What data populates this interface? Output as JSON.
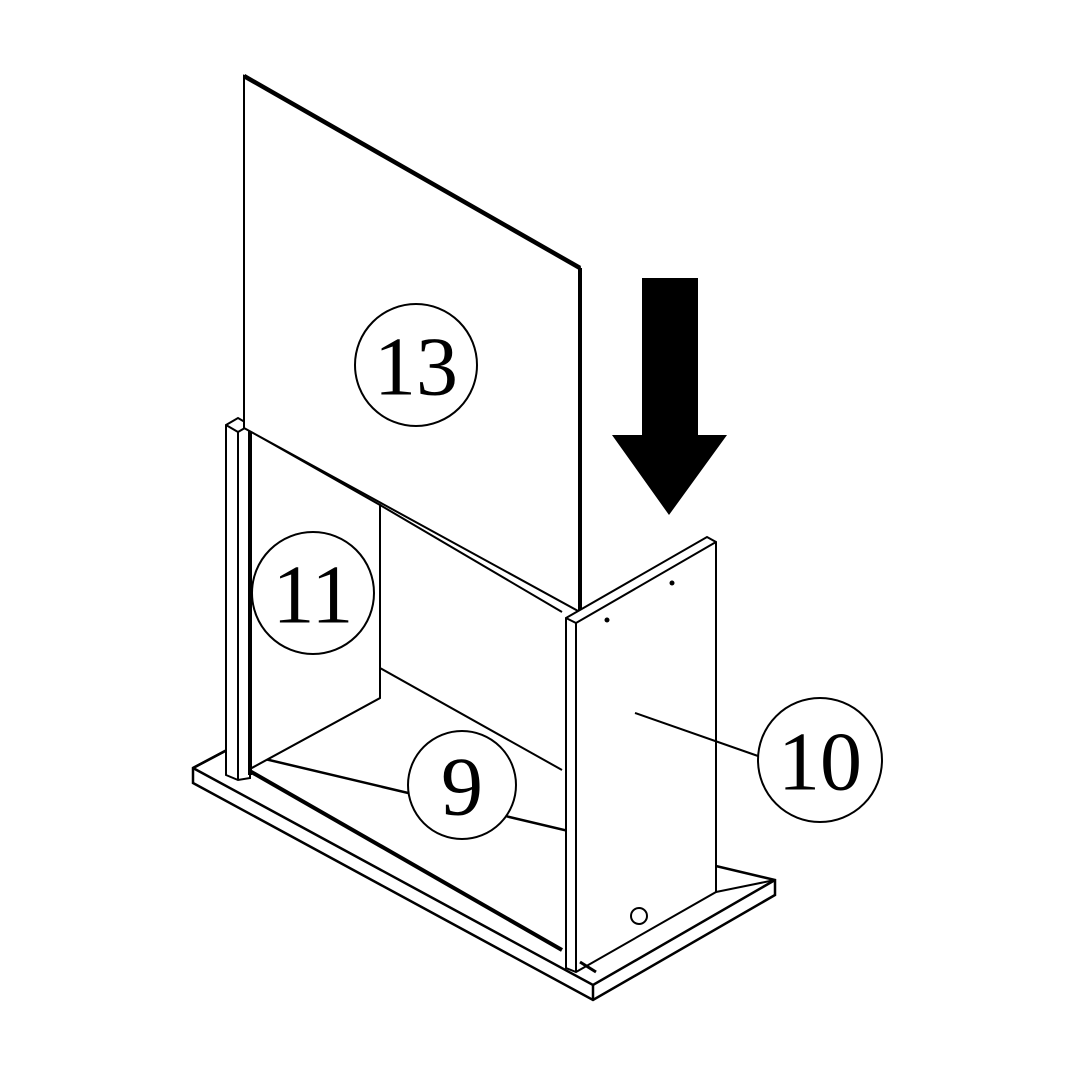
{
  "diagram": {
    "type": "furniture-assembly-step",
    "parts": [
      {
        "id": "panel-13",
        "label": "13"
      },
      {
        "id": "panel-11",
        "label": "11"
      },
      {
        "id": "panel-9",
        "label": "9"
      },
      {
        "id": "panel-10",
        "label": "10"
      }
    ],
    "arrow": {
      "direction": "down",
      "color": "#000000"
    },
    "colors": {
      "line": "#000000",
      "fill": "#ffffff",
      "background": "#ffffff"
    }
  }
}
